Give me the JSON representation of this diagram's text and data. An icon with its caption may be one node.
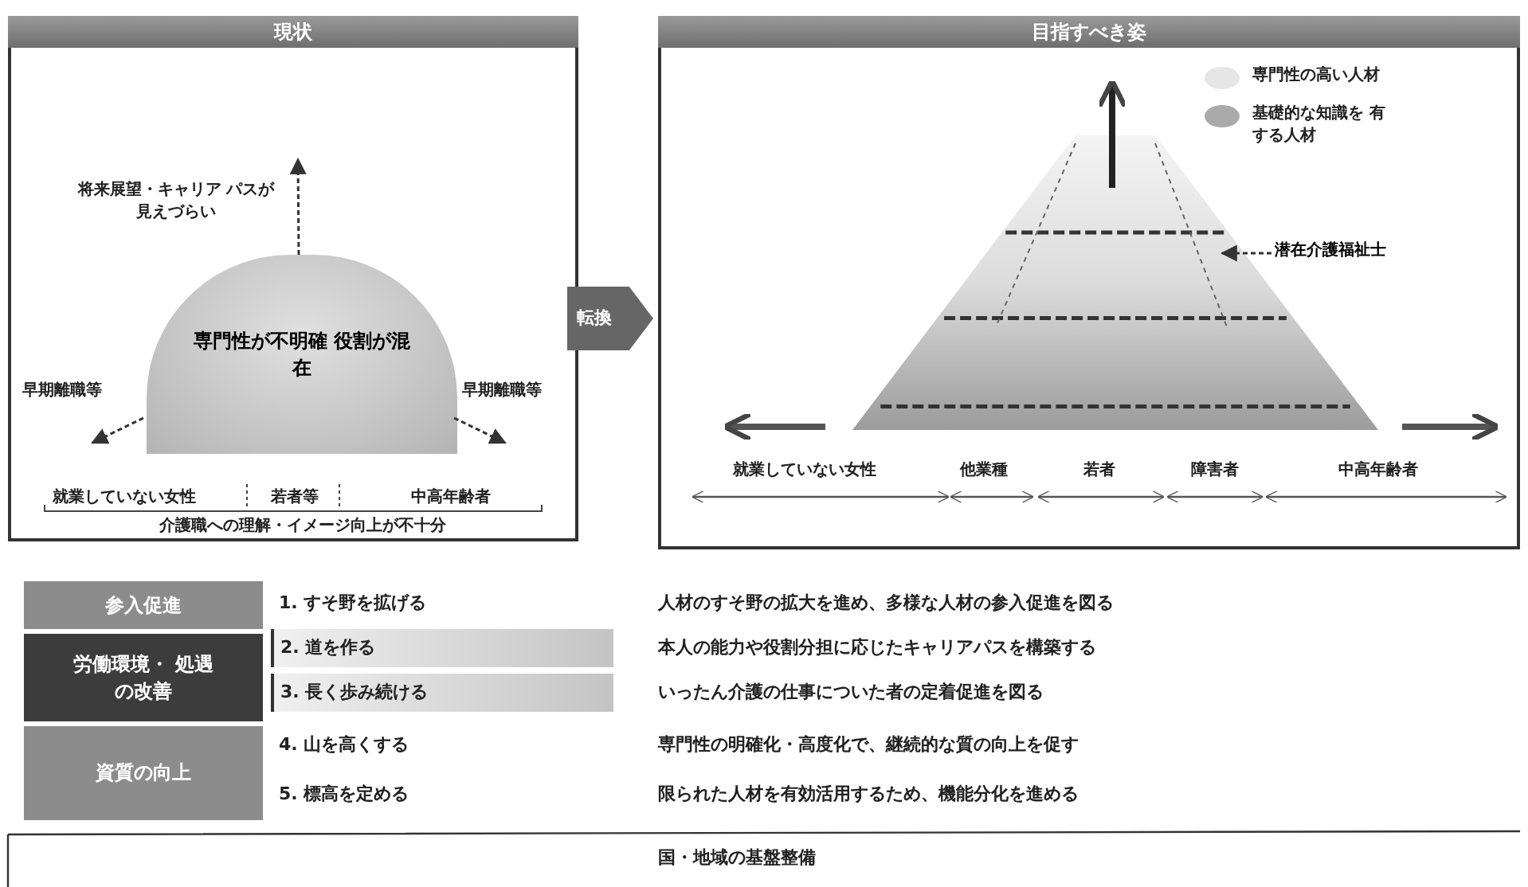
{
  "diagram": {
    "nodes": [
      {
        "text": [
          "現状"
        ]
      },
      {
        "text": [
          "専門性が不明確 役割が混在"
        ],
        "in": 0
      },
      {
        "text": [
          "転換"
        ]
      },
      {
        "text": [
          "目指すべき姿"
        ]
      },
      {
        "text": [],
        "shape": "mountain",
        "in": 3
      },
      {
        "text": [
          "潜在介護福祉士"
        ],
        "in": 3
      },
      {
        "text": [
          "参入促進"
        ]
      },
      {
        "text": [
          "労働環境・ 処遇の改善"
        ]
      },
      {
        "text": [
          "資質の向上"
        ]
      }
    ],
    "edges": [
      {
        "from": 1,
        "to": null,
        "arrow": "to",
        "style": "dashed"
      },
      {
        "from": 1,
        "to": null,
        "arrow": "to",
        "style": "dashed"
      },
      {
        "from": 1,
        "to": null,
        "arrow": "to",
        "style": "dashed"
      },
      {
        "from": 5,
        "to": 4,
        "arrow": "to",
        "style": "dashed"
      }
    ],
    "labels": [
      "将来展望・キャリア パスが見えづらい",
      "早期離職等",
      "早期離職等",
      "就業していない女性",
      "若者等",
      "中高年齢者",
      "介護職への理解・イメージ向上が不十分",
      "就業していない女性",
      "他業種",
      "若者",
      "障害者",
      "中高年齢者",
      "1. すそ野を拡げる",
      "人材のすそ野の拡大を進め、多様な人材の参入促進を図る",
      "2. 道を作る",
      "本人の能力や役割分担に応じたキャリアパスを構築する",
      "3. 長く歩み続ける",
      "いったん介護の仕事についた者の定着促進を図る",
      "4. 山を高くする",
      "専門性の明確化・高度化で、継続的な質の向上を促す",
      "5. 標高を定める",
      "限られた人材を有効活用するため、機能分化を進める",
      "国・地域の基盤整備"
    ],
    "legend": [
      {
        "text": "専門性の高い人材",
        "color": "#e6e6e6"
      },
      {
        "text": "基礎的な知識を 有する人材",
        "color": "#aaaaaa"
      }
    ]
  }
}
